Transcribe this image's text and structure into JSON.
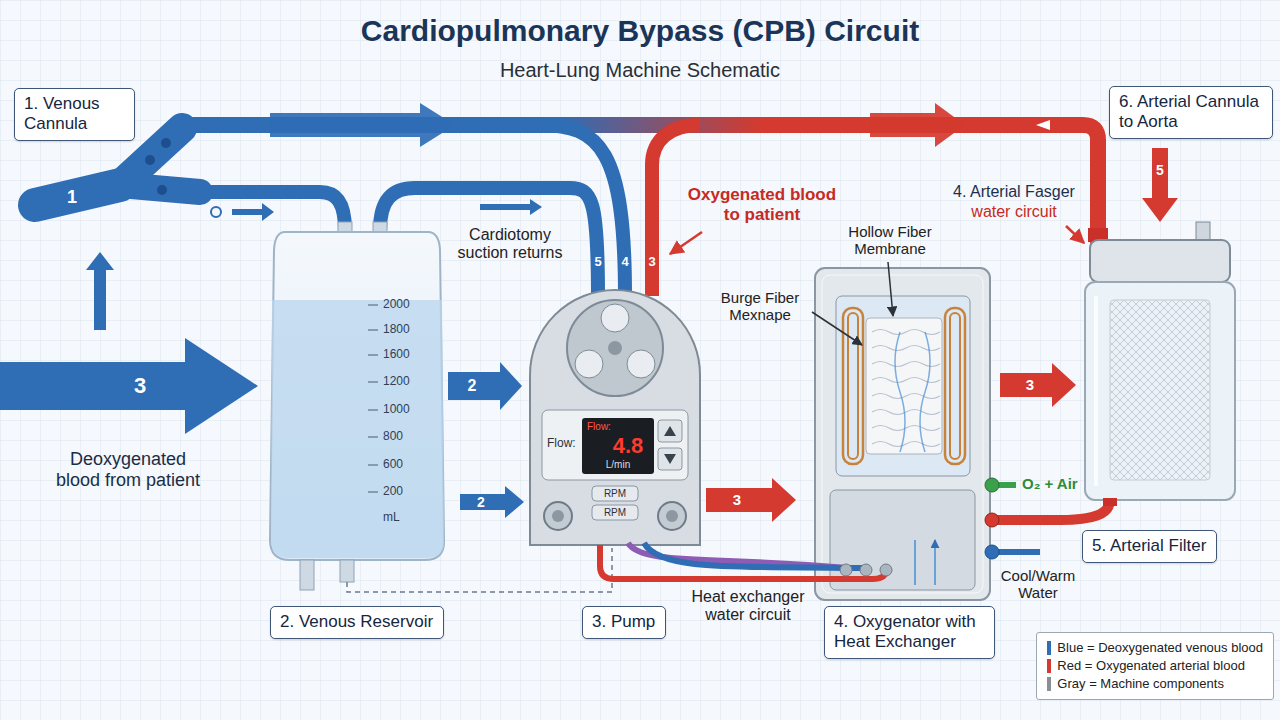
{
  "diagram": {
    "title": "Cardiopulmonary Bypass (CPB) Circuit",
    "nodes": [
      {
        "text": [
          "1. Venous Cannula"
        ]
      },
      {
        "text": [
          "6. Arterial Cannula to Aorta"
        ]
      },
      {
        "text": [
          "2. Venous Reservoir"
        ]
      },
      {
        "text": [
          "3. Pump"
        ]
      },
      {
        "text": [
          "4. Oxygenator with Heat Exchanger"
        ]
      },
      {
        "text": [
          "5. Arterial Filter"
        ]
      }
    ],
    "labels": [
      "Heart-Lung Machine Schematic",
      "1",
      "3",
      "Deoxygenated blood from patient",
      "Cardiotomy suction returns",
      "5",
      "4",
      "3",
      "Oxygenated blood to patient",
      "Hollow Fiber Membrane",
      "Burge Fiber Mexnape",
      "4. Arterial Fasger",
      "water circuit",
      "5",
      "2000",
      "1800",
      "1600",
      "1200",
      "1000",
      "800",
      "600",
      "200",
      "mL",
      "2",
      "2",
      "Flow:",
      "Flow:",
      "4.8",
      "L/min",
      "RPM",
      "RPM",
      "3",
      "3",
      "O₂ + Air",
      "Cool/Warm Water",
      "Heat exchanger water circuit"
    ],
    "legend": [
      {
        "text": "Blue = Deoxygenated venous blood",
        "color": "#2f6db5"
      },
      {
        "text": "Red = Oxygenated arterial blood",
        "color": "#d43a2f"
      },
      {
        "text": "Gray = Machine components",
        "color": "#8a8f96"
      }
    ]
  }
}
